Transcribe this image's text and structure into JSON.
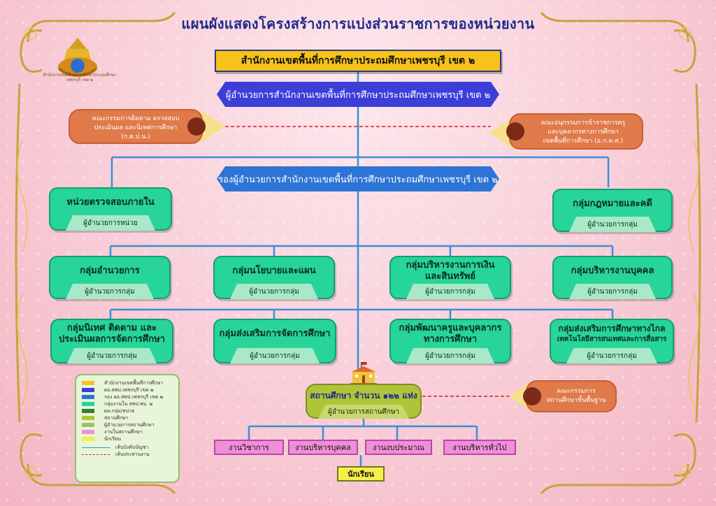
{
  "title": "แผนผังแสดงโครงสร้างการแบ่งส่วนราชการของหน่วยงาน",
  "logo_text": "สำนักงานเขตพื้นที่การศึกษาประถมศึกษาเพชรบุรี เขต ๒",
  "office": "สำนักงานเขตพื้นที่การศึกษาประถมศึกษาเพชรบุรี เขต ๒",
  "director": "ผู้อำนวยการสำนักงานเขตพื้นที่การศึกษาประถมศึกษาเพชรบุรี เขต ๒",
  "deputy": "รองผู้อำนวยการสำนักงานเขตพื้นที่การศึกษาประถมศึกษาเพชรบุรี เขต ๒",
  "committees": {
    "left": [
      "คณะกรรมการติดตาม ตรวจสอบ",
      "ประเมินผล และนิเทศการศึกษา",
      "(ก.ต.ป.น.)"
    ],
    "right": [
      "คณะอนุกรรมการข้าราชการครู",
      "และบุคลากรทางการศึกษา",
      "เขตพื้นที่การศึกษา (อ.ก.ค.ศ.)"
    ],
    "school": [
      "คณะกรรมการ",
      "สถานศึกษาขั้นพื้นฐาน"
    ]
  },
  "units": {
    "audit": {
      "name": "หน่วยตรวจสอบภายใน",
      "head": "ผู้อำนวยการหน่วย"
    },
    "law": {
      "name": "กลุ่มกฎหมายและคดี",
      "head": "ผู้อำนวยการกลุ่ม"
    }
  },
  "groups_row1": [
    {
      "name": "กลุ่มอำนวยการ",
      "head": "ผู้อำนวยการกลุ่ม"
    },
    {
      "name": "กลุ่มนโยบายและแผน",
      "head": "ผู้อำนวยการกลุ่ม"
    },
    {
      "name": "กลุ่มบริหารงานการเงิน",
      "name2": "และสินทรัพย์",
      "head": "ผู้อำนวยการกลุ่ม"
    },
    {
      "name": "กลุ่มบริหารงานบุคคล",
      "head": "ผู้อำนวยการกลุ่ม"
    }
  ],
  "groups_row2": [
    {
      "name": "กลุ่มนิเทศ ติดตาม และ",
      "name2": "ประเมินผลการจัดการศึกษา",
      "head": "ผู้อำนวยการกลุ่ม"
    },
    {
      "name": "กลุ่มส่งเสริมการจัดการศึกษา",
      "head": "ผู้อำนวยการกลุ่ม"
    },
    {
      "name": "กลุ่มพัฒนาครูและบุคลากร",
      "name2": "ทางการศึกษา",
      "head": "ผู้อำนวยการกลุ่ม"
    },
    {
      "name": "กลุ่มส่งเสริมการศึกษาทางไกล",
      "name2": "เทคโนโลยีสารสนเทศและการสื่อสาร",
      "head": "ผู้อำนวยการกลุ่ม"
    }
  ],
  "school": {
    "name": "สถานศึกษา จำนวน ๑๒๒ แห่ง",
    "head": "ผู้อำนวยการสถานศึกษา"
  },
  "works": [
    "งานวิชาการ",
    "งานบริหารบุคคล",
    "งานงบประมาณ",
    "งานบริหารทั่วไป"
  ],
  "student": "นักเรียน",
  "legend": {
    "items": [
      {
        "label": "สำนักงานเขตพื้นที่การศึกษา",
        "color": "#f7c31b"
      },
      {
        "label": "ผอ.สพป.เพชรบุรี เขต ๒",
        "color": "#3d3ed8"
      },
      {
        "label": "รอง ผอ.สพป.เพชรบุรี เขต ๒",
        "color": "#2c74d6"
      },
      {
        "label": "กลุ่มงานใน สพป.พบ. ๒",
        "color": "#27d49a"
      },
      {
        "label": "ผอ.กลุ่ม/หน่วย",
        "color": "#3d7a3a"
      },
      {
        "label": "สถานศึกษา",
        "color": "#b0c43a"
      },
      {
        "label": "ผู้อำนวยการสถานศึกษา",
        "color": "#9cc06a"
      },
      {
        "label": "งานในสถานศึกษา",
        "color": "#f08fd8"
      },
      {
        "label": "นักเรียน",
        "color": "#f6ef4a"
      }
    ],
    "line_command": "เส้นบังคับบัญชา",
    "line_coord": "เส้นประสานงาน"
  },
  "colors": {
    "line": "#3a8fd8",
    "dashed": "#d0202a"
  }
}
